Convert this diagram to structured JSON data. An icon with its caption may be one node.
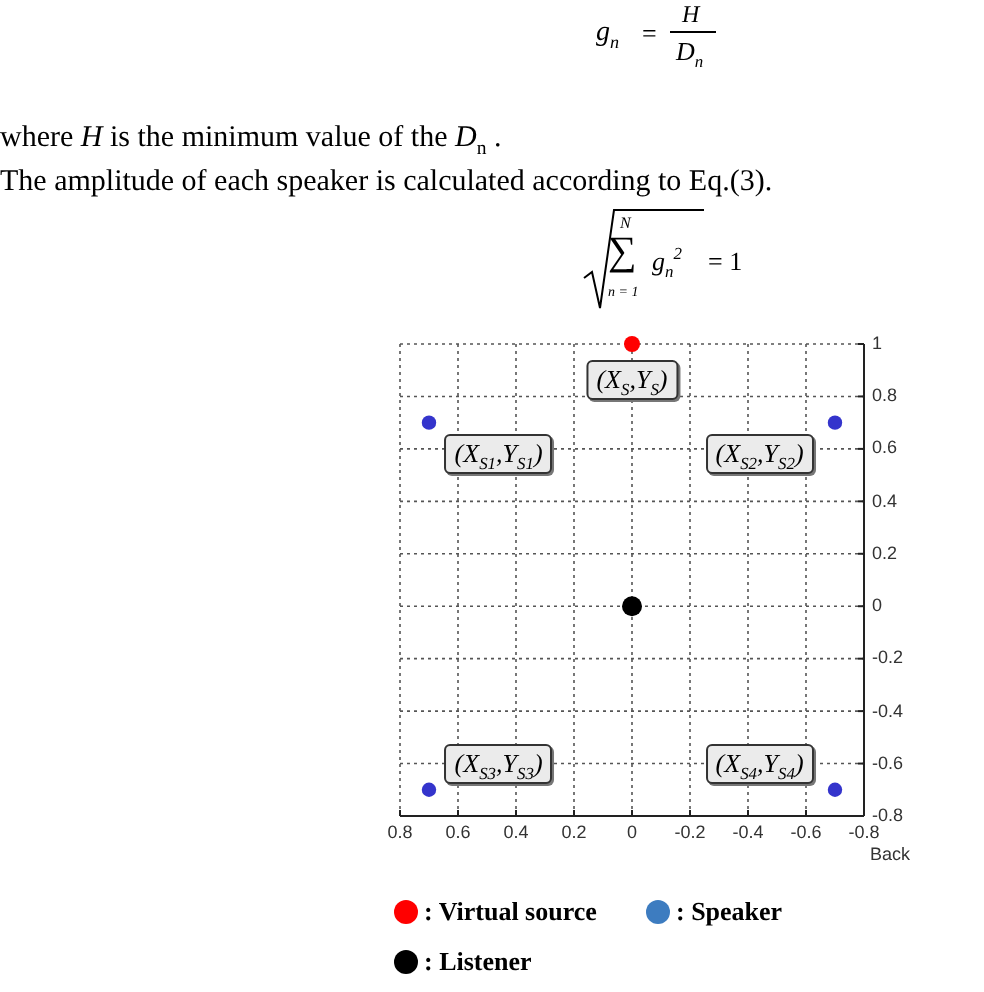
{
  "diagram": {
    "labels": [
      "g$_{n}$",
      "=",
      "H",
      "D$_{n}$",
      "where *H* is the minimum value of the *D*$_{n}$ .",
      "The amplitude of each speaker is calculated according to Eq.(3).",
      "N",
      "∑",
      "g$_{n}$$^{2}$",
      "= 1",
      "n = 1"
    ],
    "legend": [
      {
        "text": ": Virtual source",
        "color": "#ff0000"
      },
      {
        "text": ": Speaker",
        "color": "#3d7cc0"
      },
      {
        "text": ": Listener",
        "color": "#000000"
      }
    ],
    "chart_data": {
      "type": "scatter",
      "xlabel": "Back",
      "x": [
        0,
        0.7,
        -0.7,
        0.7,
        -0.7,
        0
      ],
      "series": [
        {
          "color": "#ff0000",
          "values": [
            1,
            null,
            null,
            null,
            null,
            null
          ]
        },
        {
          "color": "#3434cc",
          "values": [
            null,
            0.7,
            0.7,
            -0.7,
            -0.7,
            null
          ]
        },
        {
          "color": "#000000",
          "values": [
            null,
            null,
            null,
            null,
            null,
            0
          ]
        }
      ],
      "xlim": [
        0.8,
        -0.8
      ],
      "ylim": [
        -0.8,
        1
      ],
      "xticks": [
        0.8,
        0.6,
        0.4,
        0.2,
        0,
        -0.2,
        -0.4,
        -0.6,
        -0.8
      ],
      "yticks": [
        1,
        0.8,
        0.6,
        0.4,
        0.2,
        0,
        -0.2,
        -0.4,
        -0.6,
        -0.8
      ],
      "grid": true,
      "annotations": [
        "(X$_{S}$,Y$_{S}$)",
        "(X$_{S1}$,Y$_{S1}$)",
        "(X$_{S2}$,Y$_{S2}$)",
        "(X$_{S3}$,Y$_{S3}$)",
        "(X$_{S4}$,Y$_{S4}$)"
      ]
    }
  }
}
